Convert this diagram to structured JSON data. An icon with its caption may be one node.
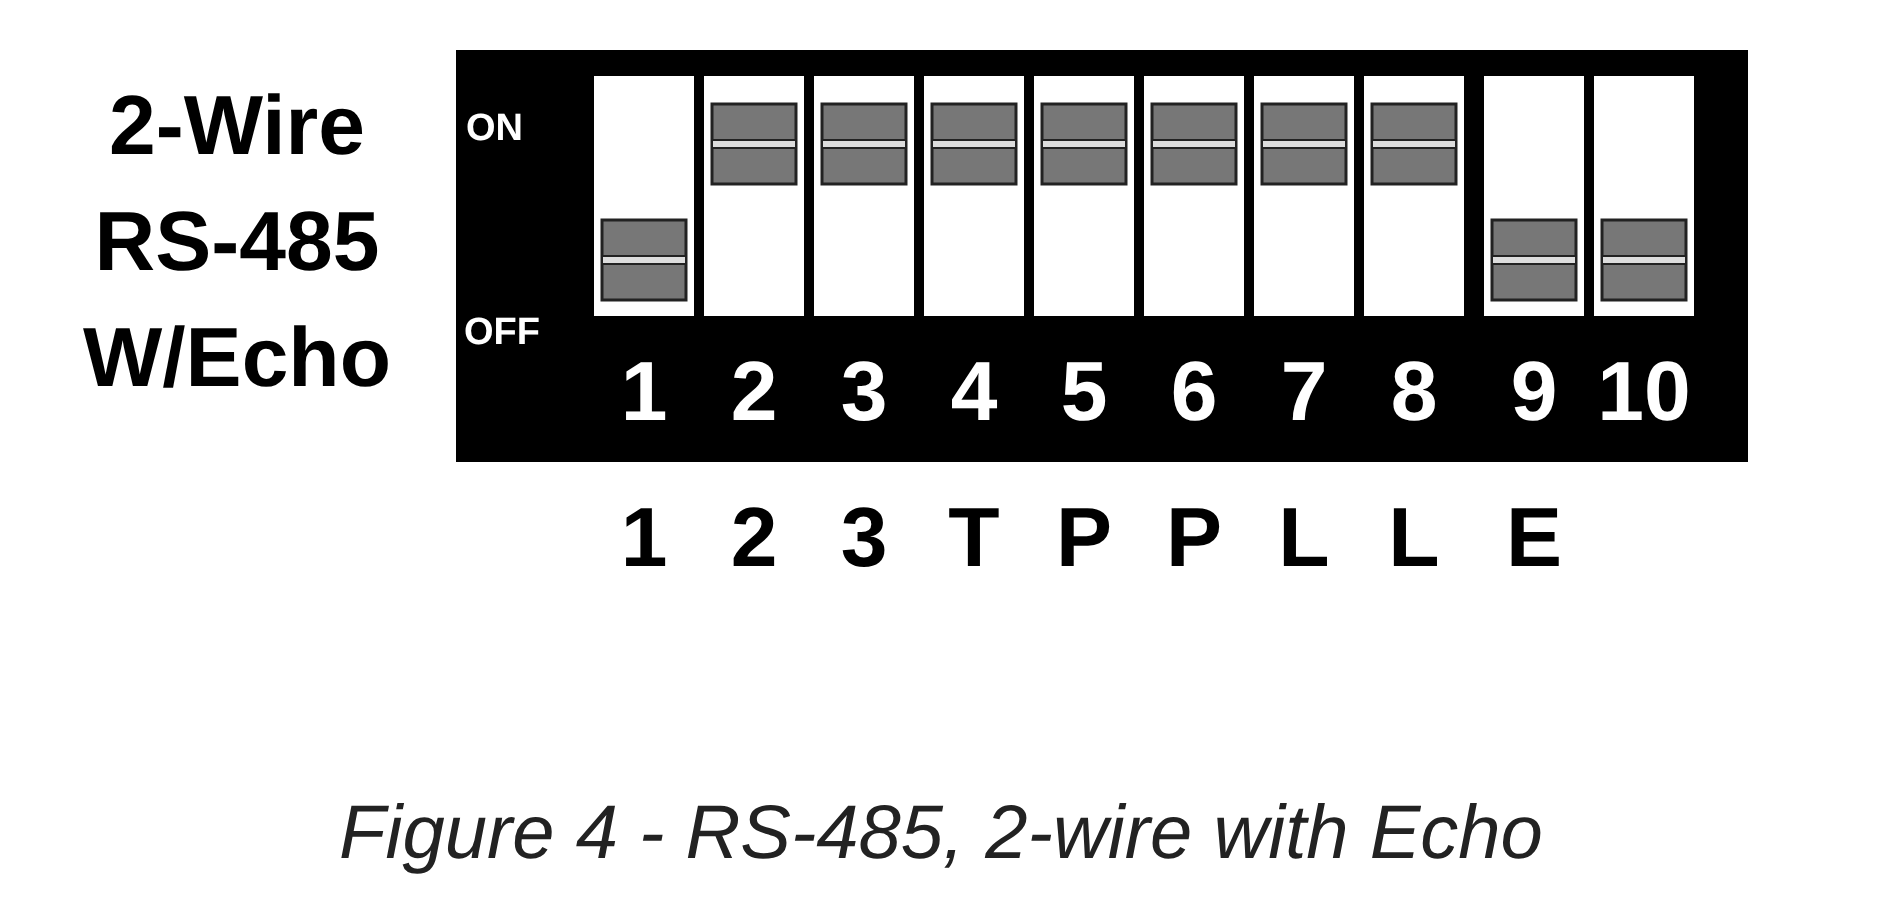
{
  "diagram": {
    "title": "2-Wire RS-485 W/Echo",
    "caption": "Figure 4 - RS-485, 2-wire with Echo",
    "labels": [
      "ON",
      "OFF",
      "1",
      "2",
      "3",
      "4",
      "5",
      "6",
      "7",
      "8",
      "9",
      "10",
      "1",
      "2",
      "3",
      "T",
      "P",
      "P",
      "L",
      "L",
      "E"
    ]
  }
}
